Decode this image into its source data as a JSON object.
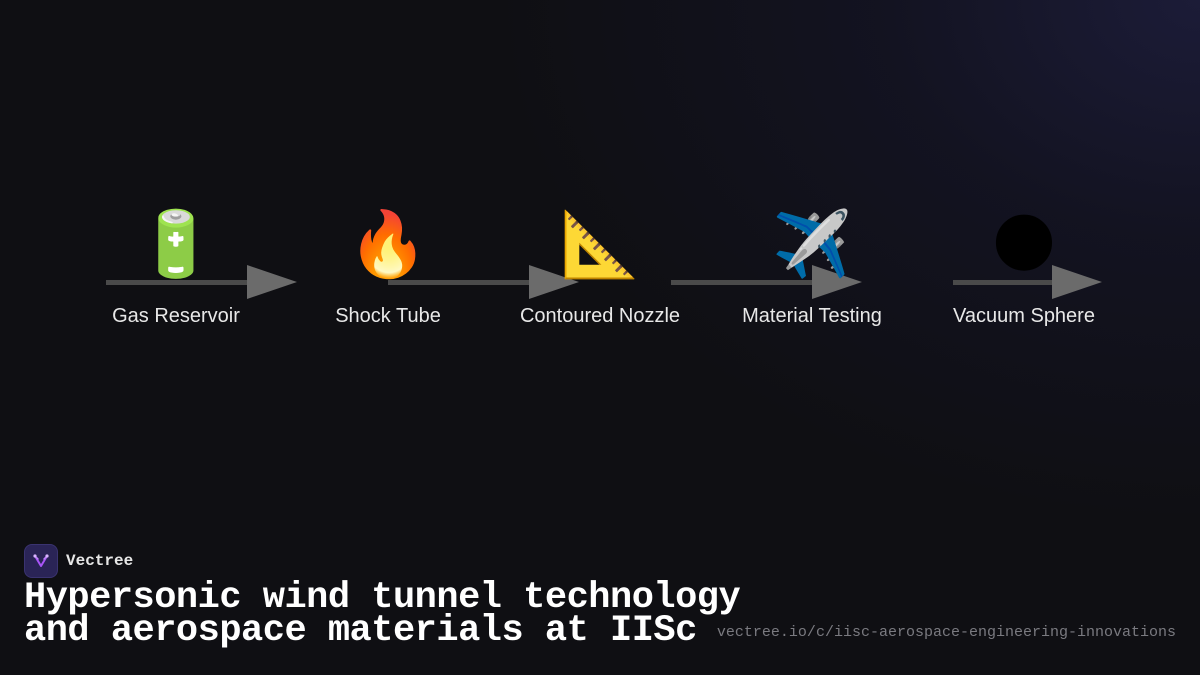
{
  "diagram": {
    "nodes": [
      {
        "label": "Gas Reservoir",
        "icon": "🔋",
        "icon_name": "battery-icon"
      },
      {
        "label": "Shock Tube",
        "icon": "🔥",
        "icon_name": "fire-icon"
      },
      {
        "label": "Contoured Nozzle",
        "icon": "📐",
        "icon_name": "triangular-ruler-icon"
      },
      {
        "label": "Material Testing",
        "icon": "✈️",
        "icon_name": "airplane-icon"
      },
      {
        "label": "Vacuum Sphere",
        "icon": "🌑",
        "icon_name": "new-moon-icon"
      }
    ],
    "arrow_color": "#4a4a4a",
    "arrowhead_color": "#6b6b6b"
  },
  "brand": {
    "name": "Vectree",
    "accent": "#a855f7"
  },
  "title": {
    "line1": "Hypersonic wind tunnel technology",
    "line2": "and aerospace materials at IISc"
  },
  "url": "vectree.io/c/iisc-aerospace-engineering-innovations"
}
